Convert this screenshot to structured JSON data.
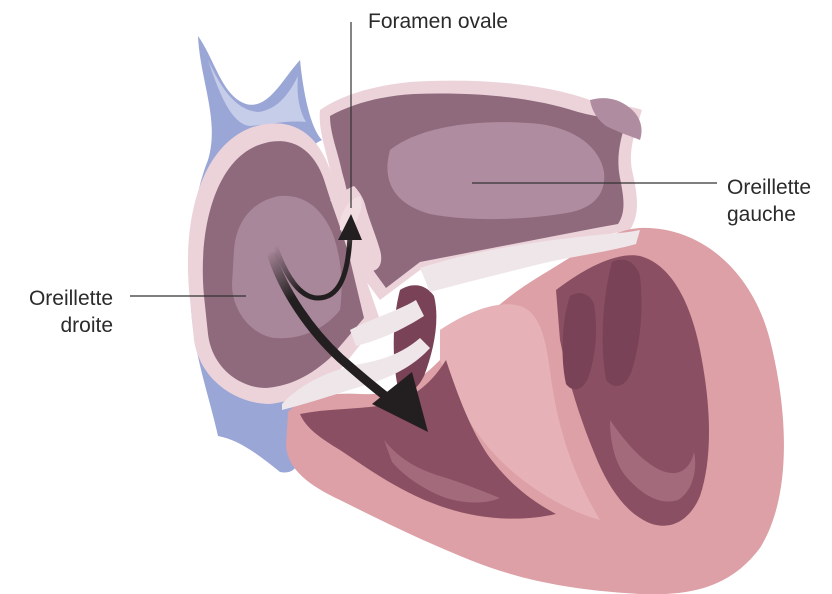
{
  "labels": {
    "foramen_ovale": "Foramen ovale",
    "oreillette_gauche": {
      "line1": "Oreillette",
      "line2": "gauche"
    },
    "oreillette_droite": {
      "line1": "Oreillette",
      "line2": "droite"
    }
  },
  "colors": {
    "vena_cava": "#9aa6d6",
    "atria_wall": "#8f6a7c",
    "atria_inner": "#b08ca0",
    "lining": "#ecd3da",
    "ventricle_wall": "#dca0a6",
    "ventricle_cavity": "#8a4f62",
    "valve": "#efe6ea",
    "arrow": "#231f20",
    "leader_line": "#333333"
  }
}
